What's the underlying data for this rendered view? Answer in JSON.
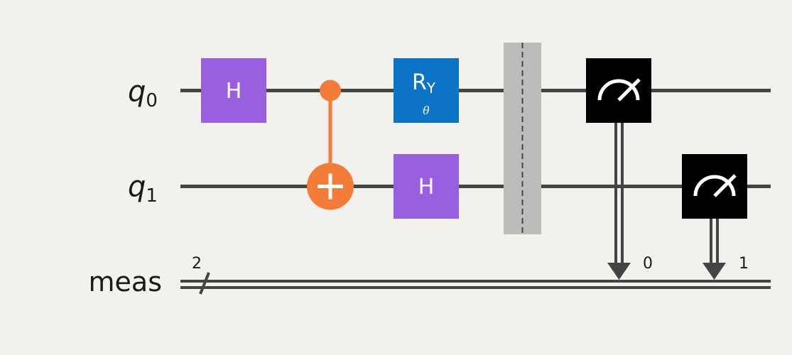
{
  "circuit": {
    "qubits": [
      {
        "name": "q",
        "index": "0"
      },
      {
        "name": "q",
        "index": "1"
      }
    ],
    "classical_register": {
      "name": "meas",
      "width": "2"
    },
    "gates": {
      "h_q0": {
        "label": "H",
        "color": "#9a5ee0"
      },
      "cx": {
        "control": "q0",
        "target": "q1",
        "color": "#f37c38"
      },
      "ry_q0": {
        "label": "R",
        "sub": "Y",
        "param": "θ",
        "color": "#0b74c7"
      },
      "h_q1": {
        "label": "H",
        "color": "#9a5ee0"
      },
      "barrier": {
        "color": "#bdbcba"
      },
      "measure_q0": {
        "bit": "0",
        "color": "#000000"
      },
      "measure_q1": {
        "bit": "1",
        "color": "#000000"
      }
    },
    "wire_color": "#444444"
  }
}
